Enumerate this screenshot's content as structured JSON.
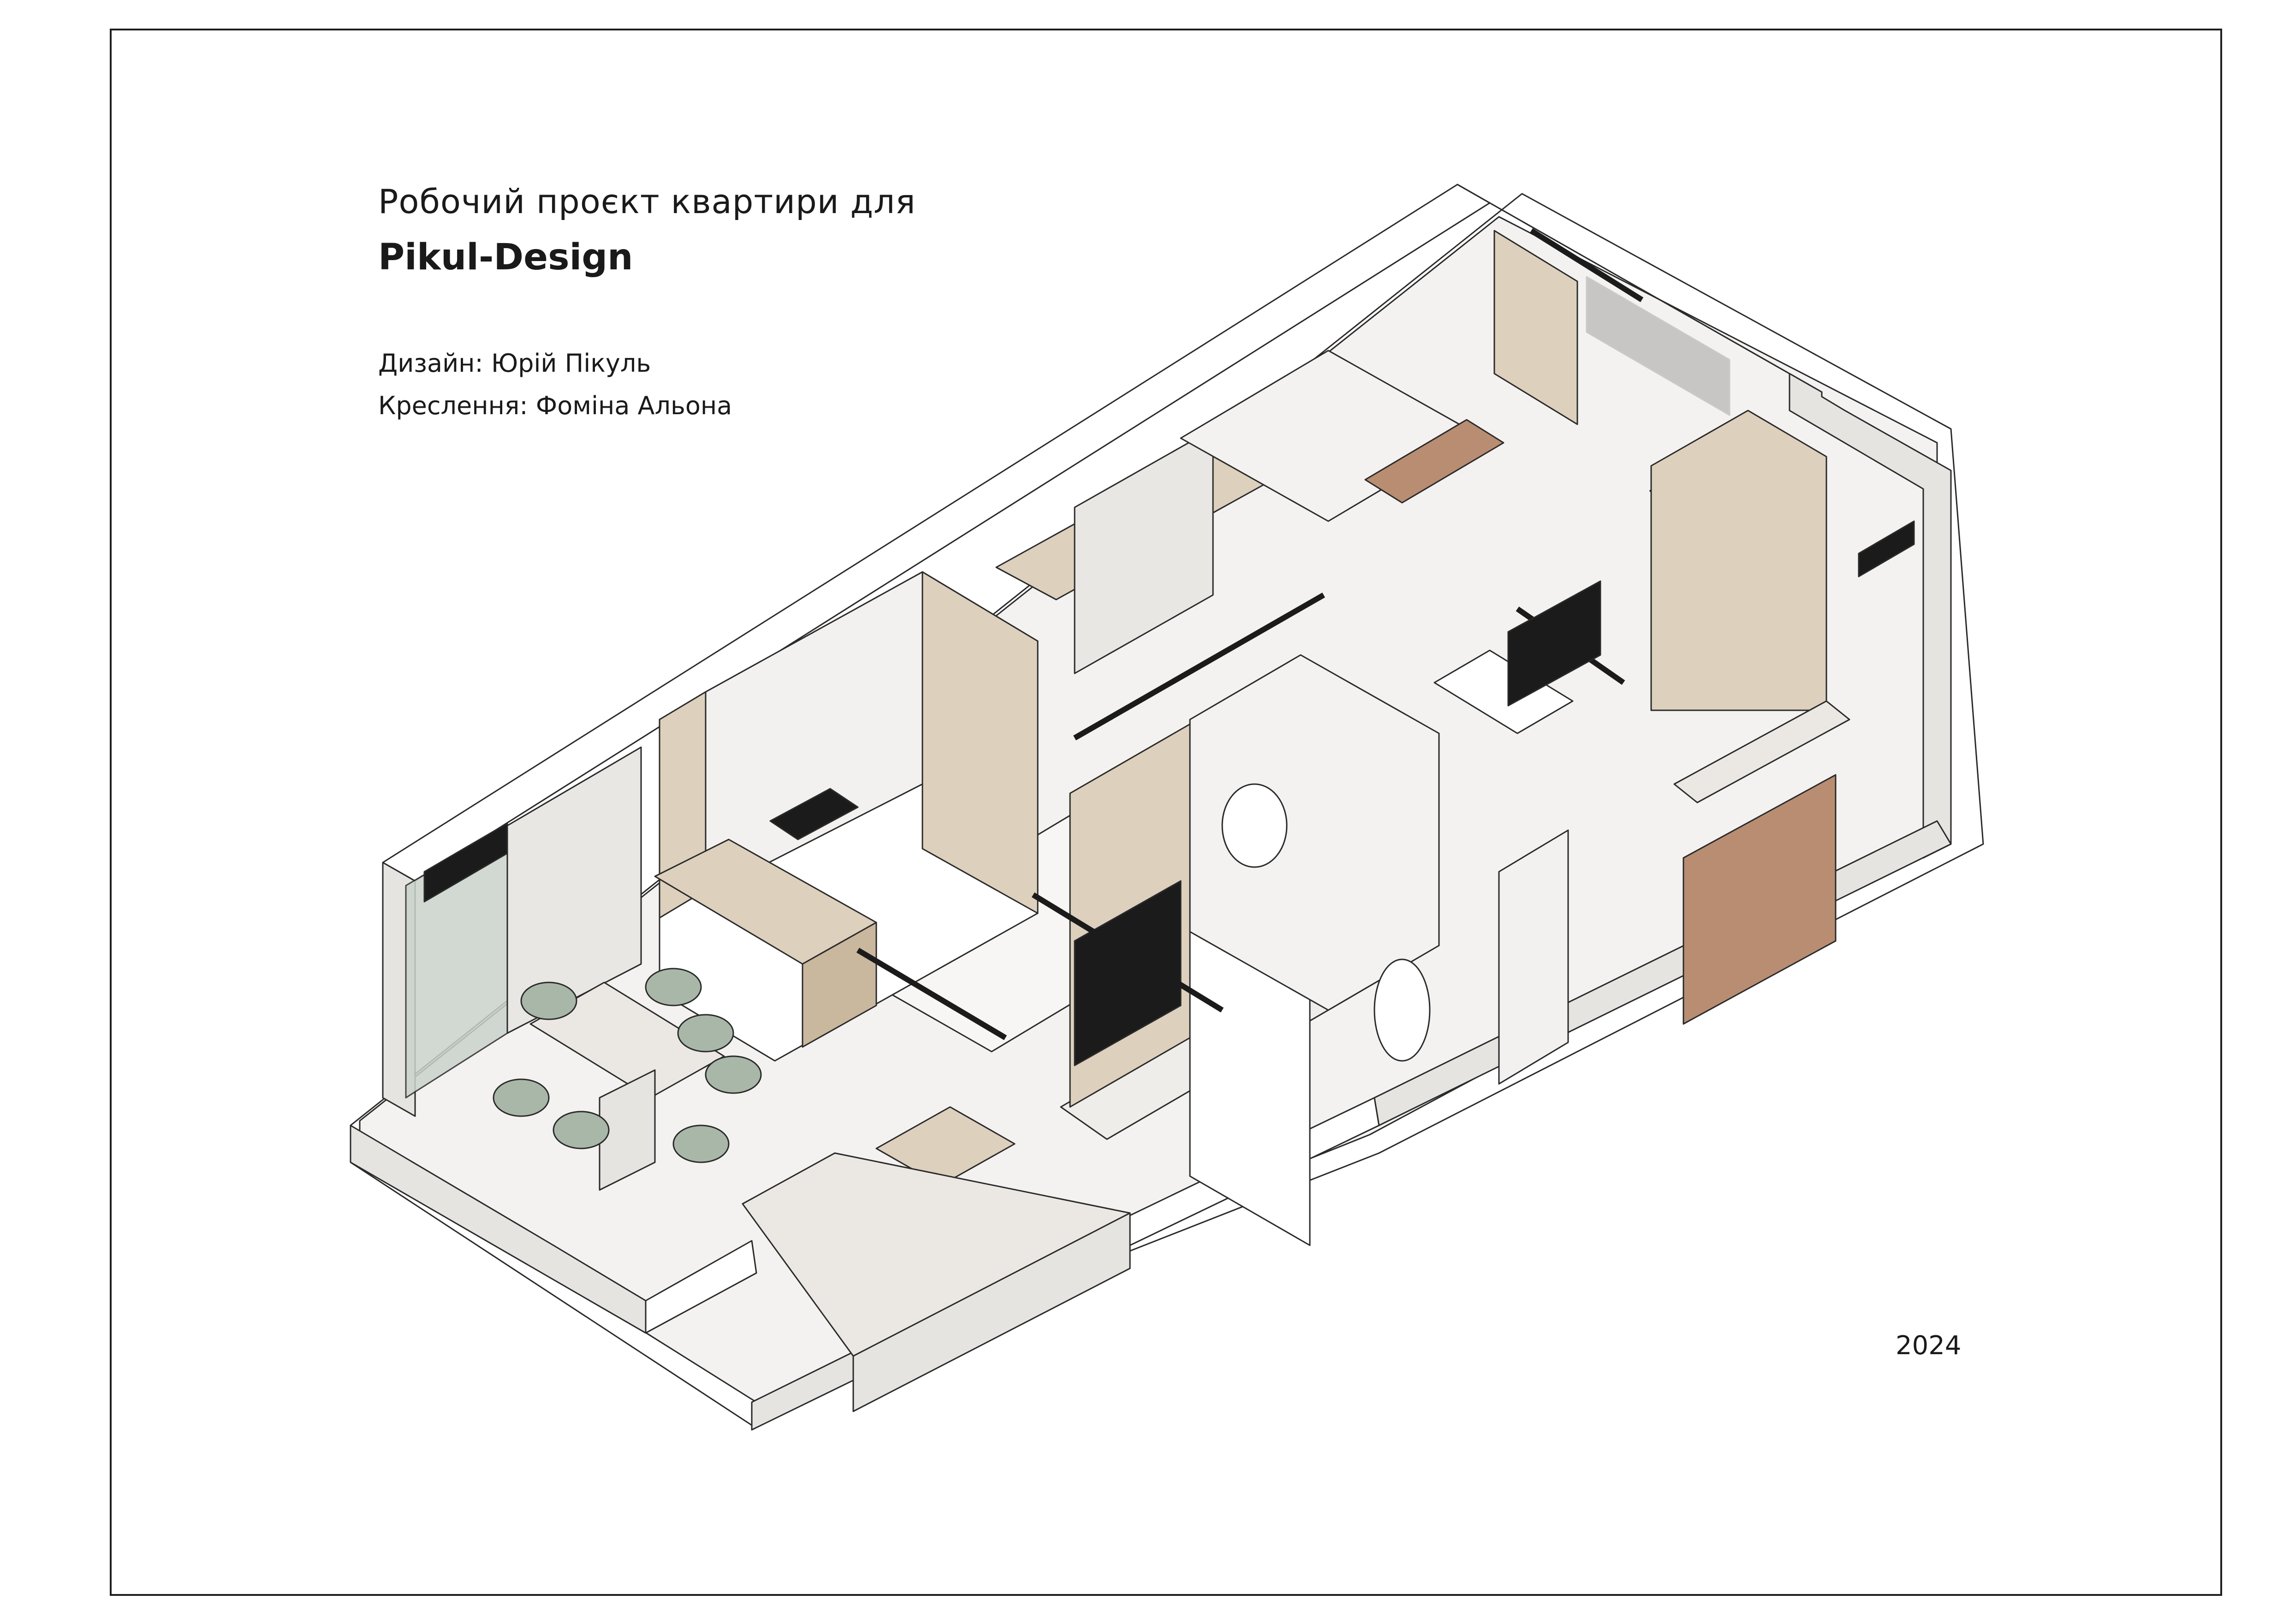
{
  "title": {
    "line1": "Робочий проєкт квартири для",
    "line2": "Pikul-Design"
  },
  "credits": {
    "design": "Дизайн: Юрій Пікуль",
    "drawing": "Креслення: Фоміна Альона"
  },
  "year": "2024",
  "colors": {
    "frame": "#1e1e1e",
    "wall": "#ffffff",
    "wall_side": "#e6e4e1",
    "floor": "#f3f2f0",
    "wood": "#ddd0bd",
    "wood_dark": "#c9b79e",
    "leather": "#b98d72",
    "sage": "#a9b7a8",
    "glass": "#c9d3cb",
    "black": "#1b1b1b",
    "terrazzo": "#ebe8e4",
    "line": "#2a2a2a"
  }
}
